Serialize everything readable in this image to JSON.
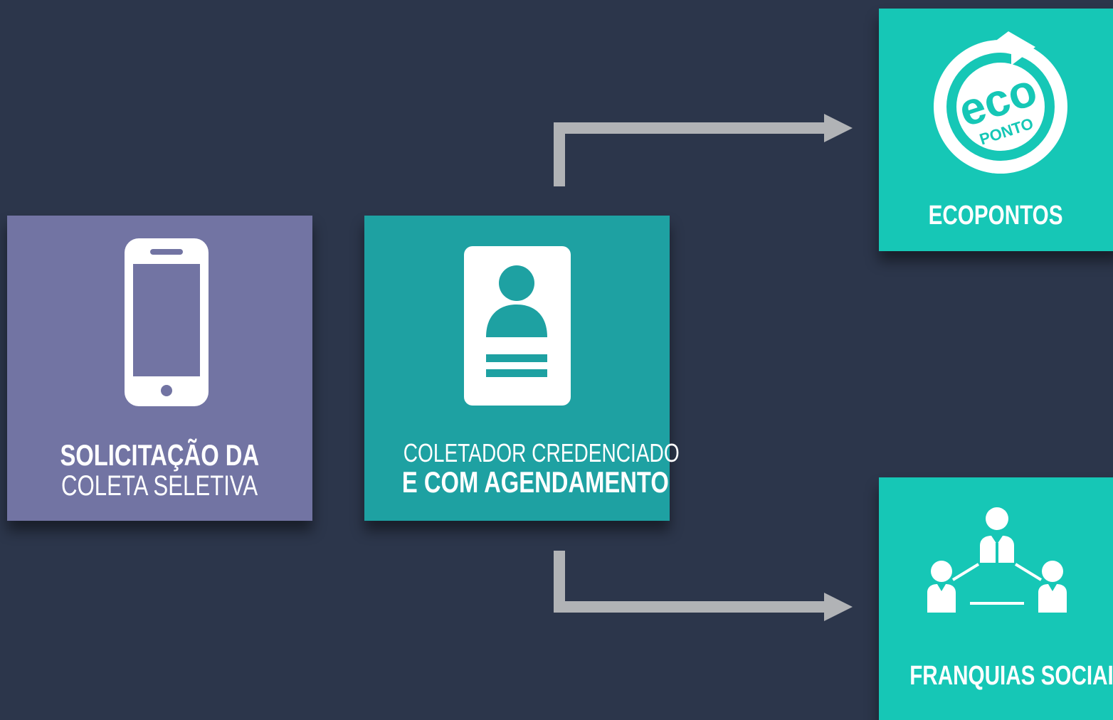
{
  "cards": {
    "solicitacao": {
      "line1": "SOLICITAÇÃO DA",
      "line2": "COLETA SELETIVA",
      "color": "#7274a3",
      "icon": "smartphone-icon"
    },
    "coletador": {
      "line1": "COLETADOR CREDENCIADO",
      "line2": "E COM AGENDAMENTO",
      "color": "#1ea1a2",
      "icon": "id-badge-icon"
    },
    "ecopontos": {
      "label": "ECOPONTOS",
      "logo_text_top": "eco",
      "logo_text_bottom": "PONTO",
      "color": "#16c7b6",
      "icon": "ecoponto-logo-icon"
    },
    "franquias": {
      "label": "FRANQUIAS SOCIAIS",
      "color": "#16c7b6",
      "icon": "people-network-icon"
    }
  },
  "colors": {
    "background": "#2c364b",
    "arrow": "#b1b3b6"
  }
}
